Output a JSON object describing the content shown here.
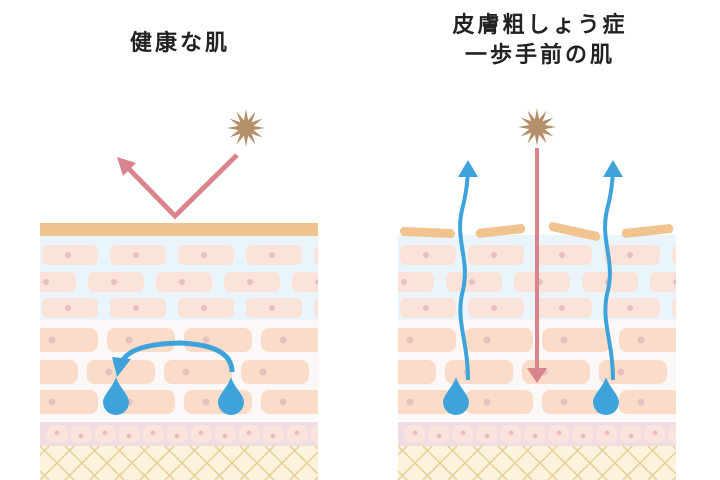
{
  "left_panel": {
    "title": "健康な肌"
  },
  "right_panel": {
    "title_line1": "皮膚粗しょう症",
    "title_line2": "一歩手前の肌"
  },
  "colors": {
    "stratum_corneum": "#f1c48f",
    "upper_layer_bg": "#eaf5fb",
    "cell": "#fbe3d9",
    "cell_nucleus": "#e8c0c0",
    "basal_band": "#efdde3",
    "dermis": "#fdf2dc",
    "dermis_lines": "#e6cf95",
    "water": "#3fa3db",
    "uv_arrow": "#d9838d",
    "uv_star": "#b58f69"
  }
}
